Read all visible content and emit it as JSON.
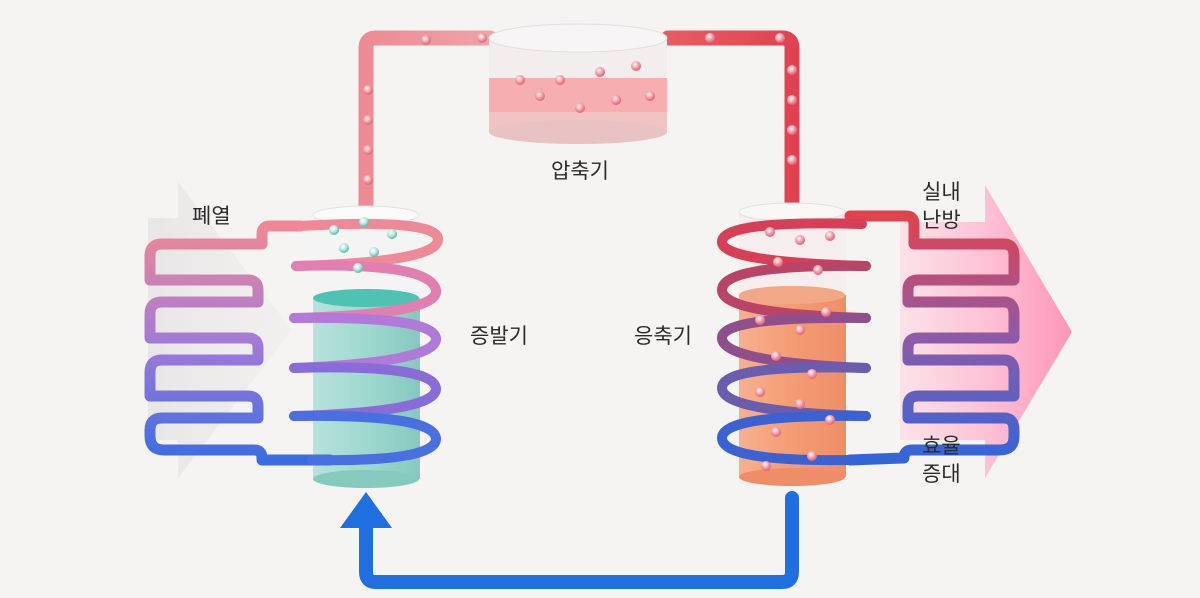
{
  "labels": {
    "compressor": "압축기",
    "evaporator": "증발기",
    "condenser": "응축기",
    "waste_heat": "폐열",
    "indoor_heating_line1": "실내",
    "indoor_heating_line2": "난방",
    "efficiency_line1": "효율",
    "efficiency_line2": "증대"
  },
  "colors": {
    "background": "#f6f4f2",
    "hot_pipe": "#e0434f",
    "warm_pipe": "#ee8a93",
    "cold_pipe": "#2f6fe0",
    "coil_purple": "#8a5cc8",
    "evaporator_liquid": "#9fd8cf",
    "condenser_liquid": "#f4a27a",
    "return_arrow": "#1f6fe0",
    "heat_in_arrow": "#ececec",
    "heat_out_arrow": "#ff9fc0"
  },
  "icons": {
    "bubbles": "refrigerant-particle-icon",
    "return_arrow": "arrow-up-icon"
  }
}
